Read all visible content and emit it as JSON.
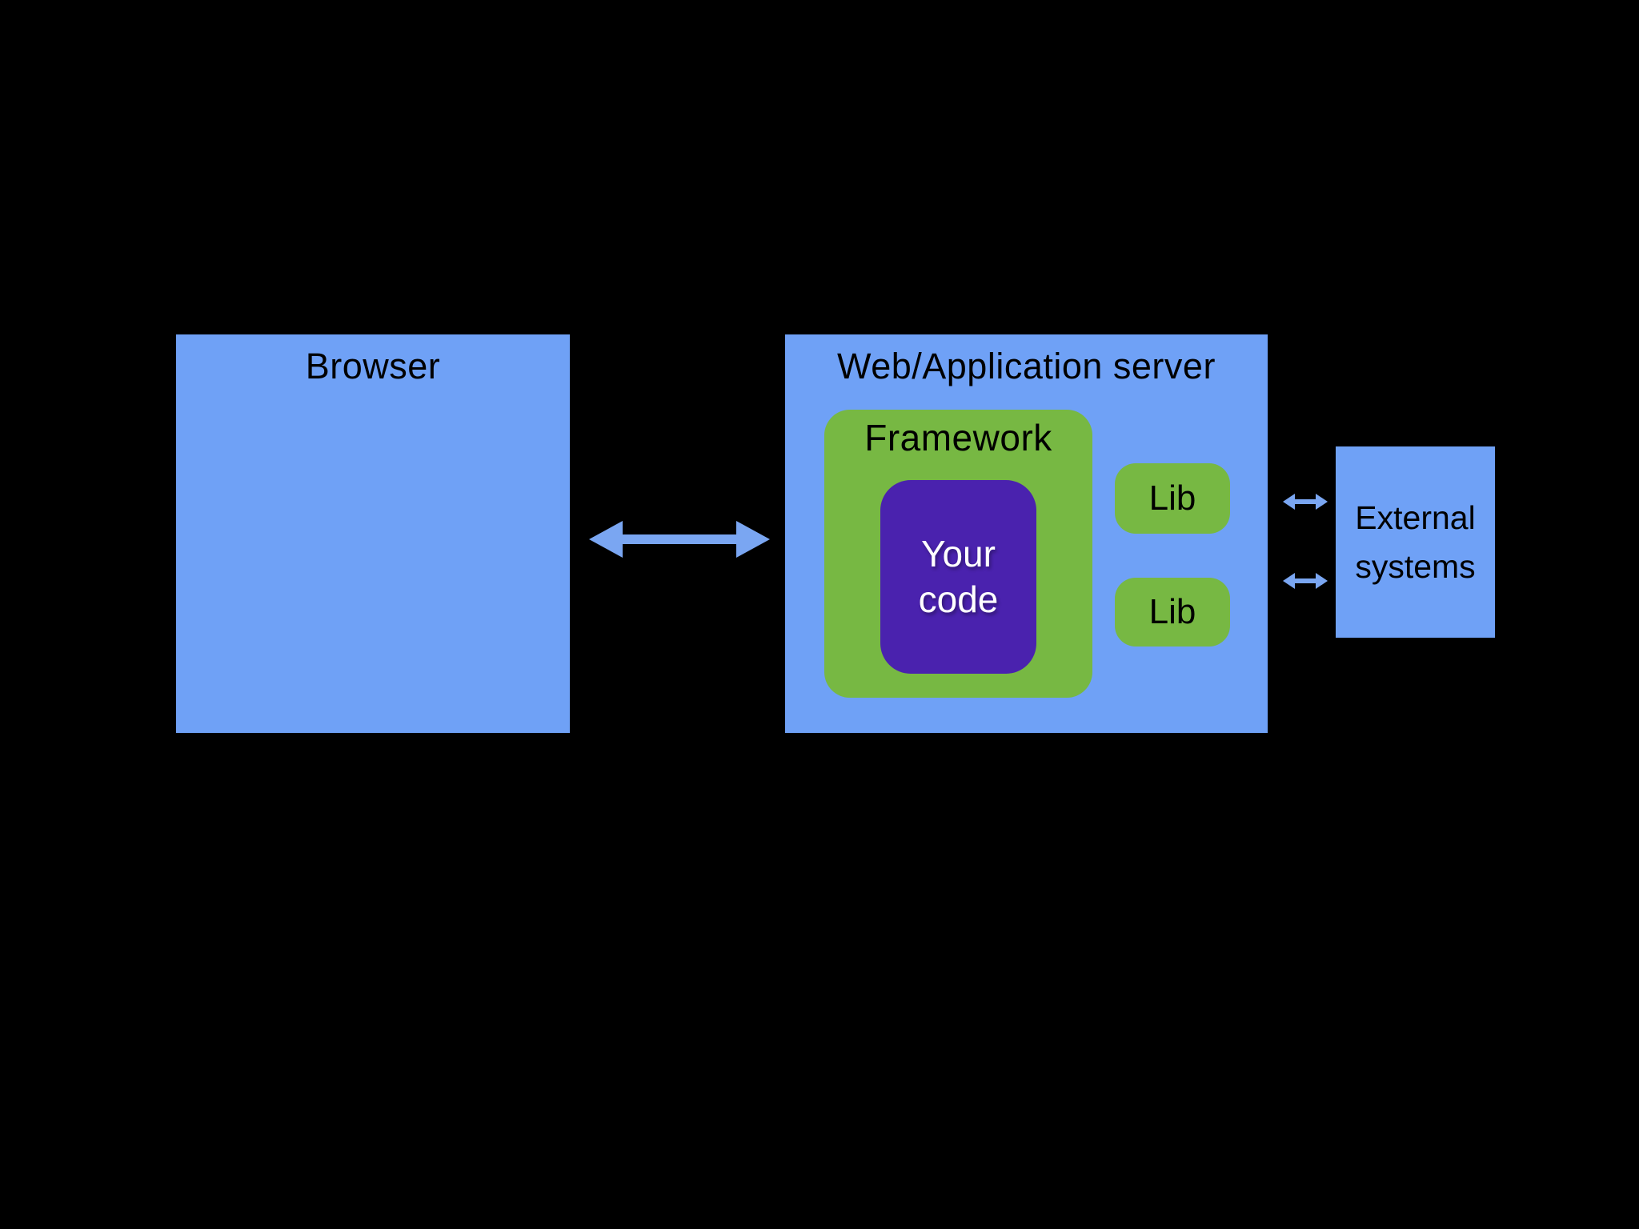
{
  "colors": {
    "background": "#000000",
    "node_blue": "#6fa1f6",
    "node_green": "#77b843",
    "node_purple": "#4a22ae",
    "arrow_blue": "#7aa6f2",
    "text_dark": "#000000",
    "text_light": "#ffffff"
  },
  "nodes": {
    "browser": {
      "label": "Browser"
    },
    "server": {
      "label": "Web/Application server"
    },
    "framework": {
      "label": "Framework"
    },
    "your_code": {
      "line1": "Your",
      "line2": "code"
    },
    "lib_top": {
      "label": "Lib"
    },
    "lib_bottom": {
      "label": "Lib"
    },
    "external": {
      "line1": "External",
      "line2": "systems"
    }
  },
  "connections": [
    {
      "from": "browser",
      "to": "server",
      "style": "double-headed-arrow"
    },
    {
      "from": "server",
      "to": "external",
      "style": "double-headed-arrow",
      "position": "top"
    },
    {
      "from": "server",
      "to": "external",
      "style": "double-headed-arrow",
      "position": "bottom"
    }
  ]
}
